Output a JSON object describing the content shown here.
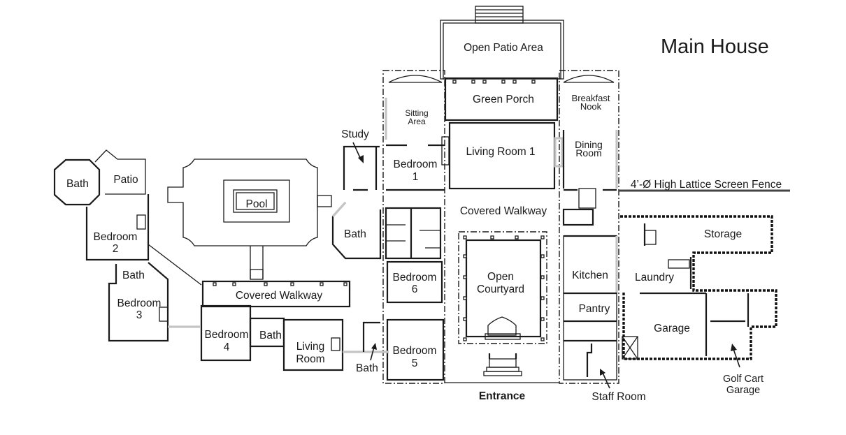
{
  "title": "Main House",
  "fence_label": "4’-Ø High Lattice Screen Fence",
  "entrance_label": "Entrance",
  "rooms": {
    "open_patio": "Open Patio Area",
    "green_porch": "Green Porch",
    "breakfast_nook_1": "Breakfast",
    "breakfast_nook_2": "Nook",
    "sitting_area_1": "Sitting",
    "sitting_area_2": "Area",
    "living_room_1": "Living Room 1",
    "dining_room_1": "Dining",
    "dining_room_2": "Room",
    "study": "Study",
    "bedroom1_1": "Bedroom",
    "bedroom1_2": "1",
    "covered_walkway_main": "Covered Walkway",
    "pool": "Pool",
    "bath_left_octagon": "Bath",
    "patio": "Patio",
    "bedroom2_1": "Bedroom",
    "bedroom2_2": "2",
    "bath_mid": "Bath",
    "bath_pool": "Bath",
    "bedroom3_1": "Bedroom",
    "bedroom3_2": "3",
    "covered_walkway_west": "Covered Walkway",
    "bedroom4_1": "Bedroom",
    "bedroom4_2": "4",
    "bath_b4": "Bath",
    "living_room_2_1": "Living",
    "living_room_2_2": "Room",
    "bath_arrow": "Bath",
    "bedroom6_1": "Bedroom",
    "bedroom6_2": "6",
    "bedroom5_1": "Bedroom",
    "bedroom5_2": "5",
    "courtyard_1": "Open",
    "courtyard_2": "Courtyard",
    "kitchen": "Kitchen",
    "pantry": "Pantry",
    "storage": "Storage",
    "laundry": "Laundry",
    "garage": "Garage",
    "staff_room": "Staff Room",
    "golf_cart_1": "Golf Cart",
    "golf_cart_2": "Garage"
  }
}
